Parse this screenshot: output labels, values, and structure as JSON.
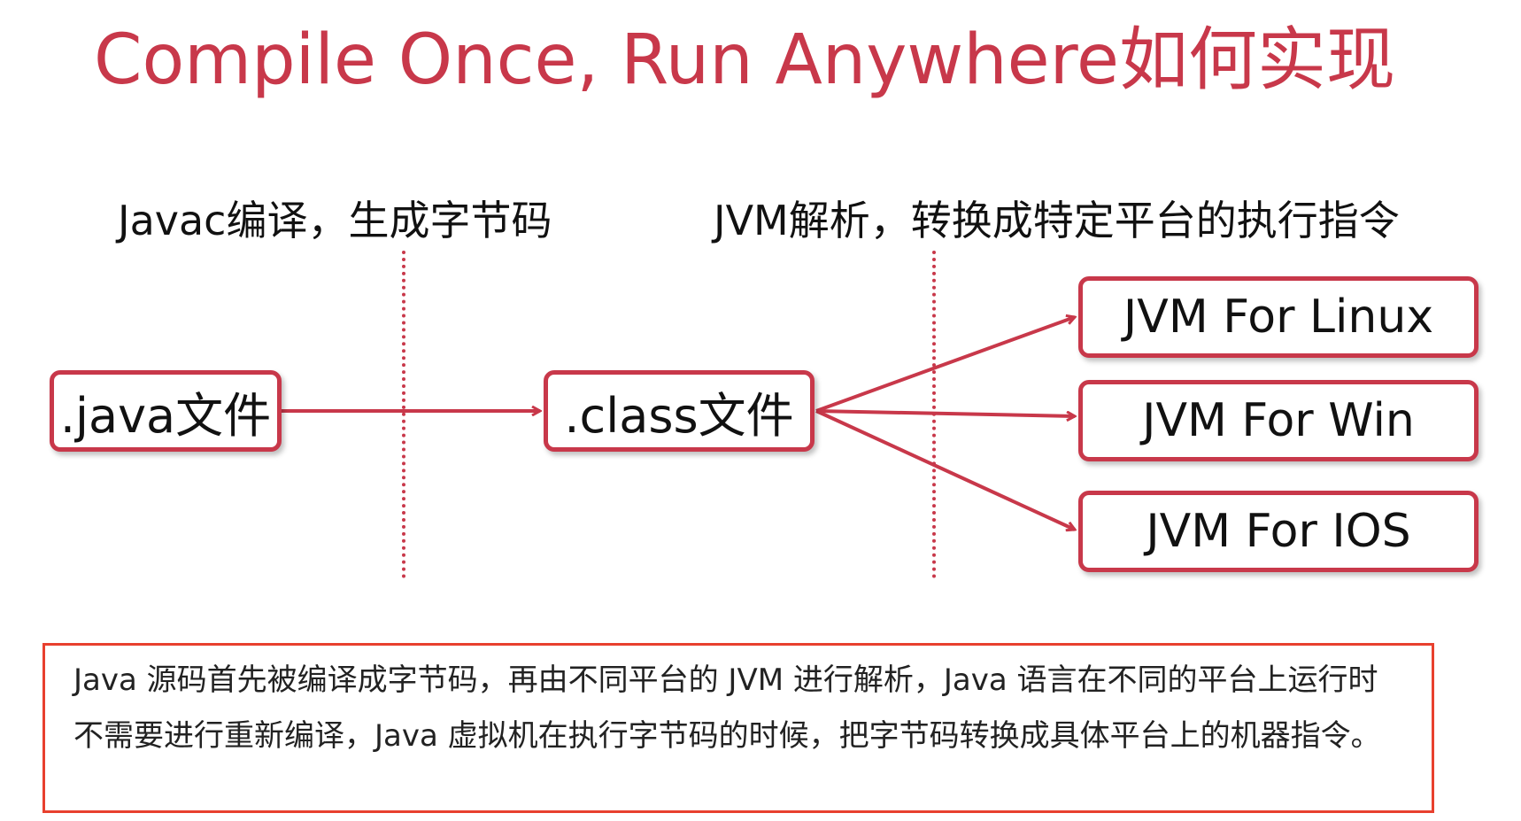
{
  "title": "Compile Once, Run Anywhere如何实现",
  "stages": {
    "compile_label": "Javac编译，生成字节码",
    "interpret_label": "JVM解析，转换成特定平台的执行指令"
  },
  "nodes": {
    "source": ".java文件",
    "bytecode": ".class文件",
    "targets": [
      "JVM For Linux",
      "JVM For Win",
      "JVM For IOS"
    ]
  },
  "note": "Java 源码首先被编译成字节码，再由不同平台的 JVM 进行解析，Java 语言在不同的平台上运行时不需要进行重新编译，Java 虚拟机在执行字节码的时候，把字节码转换成具体平台上的机器指令。",
  "colors": {
    "accent": "#c8384a",
    "note_border": "#e8402e"
  }
}
